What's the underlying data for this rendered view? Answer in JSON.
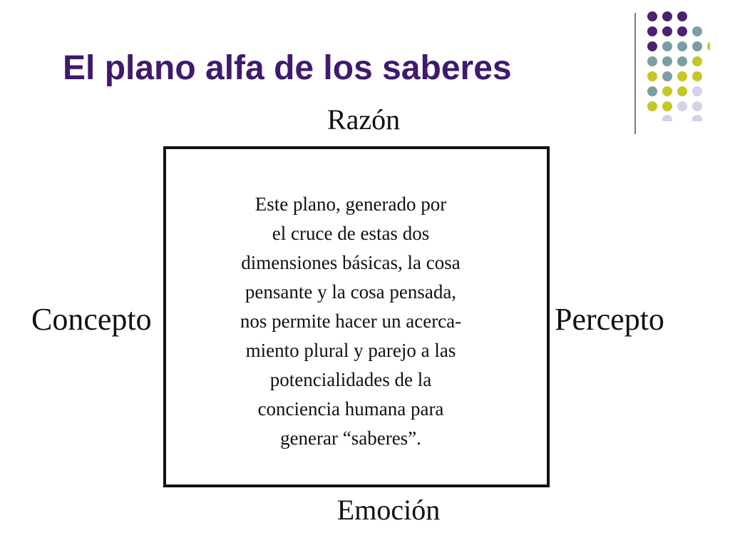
{
  "slide": {
    "title": "El plano alfa de los saberes",
    "title_color": "#3f1a6e"
  },
  "decoration": {
    "dot_colors": {
      "purple": "#4b2270",
      "teal": "#7a9fa3",
      "olive": "#c6c629",
      "lavender": "#d3d2e6"
    },
    "divider_color": "#7a7a7a"
  },
  "diagram": {
    "top_label": "Razón",
    "bottom_label": "Emoción",
    "left_label": "Concepto",
    "right_label": "Percepto",
    "box_lines": [
      "Este plano, generado por",
      "el cruce de estas dos",
      "dimensiones básicas, la cosa",
      "pensante y la cosa pensada,",
      "nos permite hacer un acerca-",
      "miento plural y parejo a las",
      "potencialidades de la",
      "conciencia humana para",
      "generar “saberes”."
    ]
  }
}
